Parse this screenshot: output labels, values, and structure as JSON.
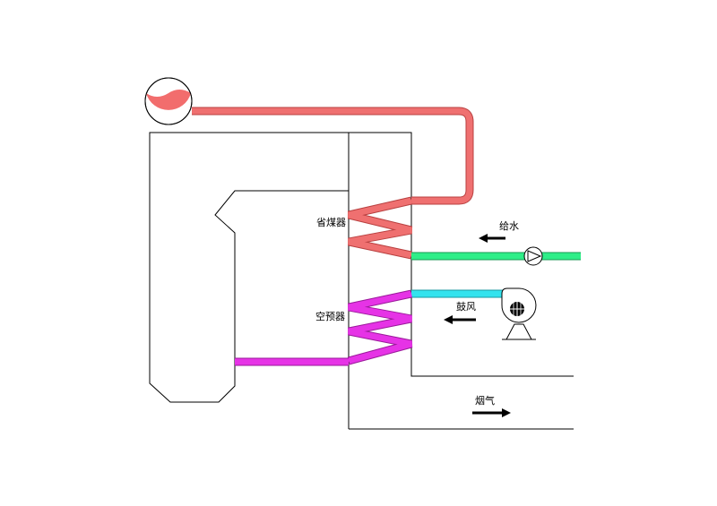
{
  "labels": {
    "economizer": "省煤器",
    "air_preheater": "空预器",
    "feed_water": "给水",
    "forced_draft": "鼓风",
    "flue_gas": "烟气"
  },
  "colors": {
    "water_steam": "#ef7070",
    "water_steam_edge": "#b84040",
    "drum_fill": "#f26d6d",
    "feed_water": "#2eee88",
    "feed_water_edge": "#1a9a55",
    "air_cold": "#33e3ee",
    "air_cold_edge": "#1a98a0",
    "air_hot": "#e633e6",
    "air_hot_edge": "#9a1a9a",
    "outline": "#000000"
  },
  "icons": {
    "drum": "steam-drum-icon",
    "pump": "feed-pump-icon",
    "fan": "forced-draft-fan-icon"
  }
}
